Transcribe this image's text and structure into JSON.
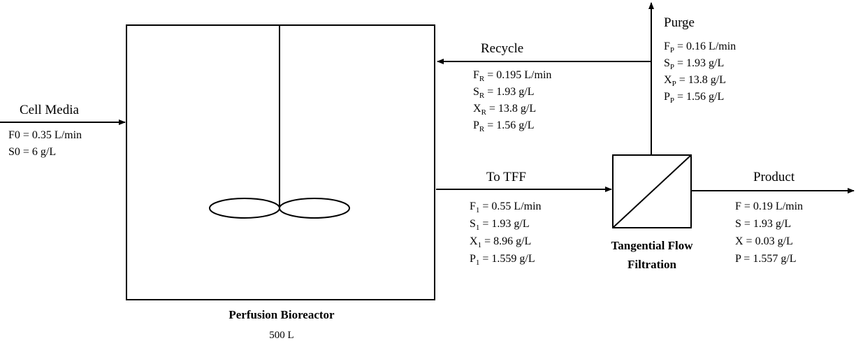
{
  "feed": {
    "label": "Cell Media",
    "values": [
      "F0 = 0.35 L/min",
      "S0 = 6 g/L"
    ]
  },
  "recycle": {
    "label": "Recycle",
    "values": [
      {
        "sym": "F",
        "sub": "R",
        "rest": " = 0.195 L/min"
      },
      {
        "sym": "S",
        "sub": "R",
        "rest": " = 1.93 g/L"
      },
      {
        "sym": "X",
        "sub": "R",
        "rest": " = 13.8 g/L"
      },
      {
        "sym": "P",
        "sub": "R",
        "rest": " = 1.56 g/L"
      }
    ]
  },
  "purge": {
    "label": "Purge",
    "values": [
      {
        "sym": "F",
        "sub": "P",
        "rest": " = 0.16 L/min"
      },
      {
        "sym": "S",
        "sub": "P",
        "rest": " = 1.93 g/L"
      },
      {
        "sym": "X",
        "sub": "P",
        "rest": " = 13.8 g/L"
      },
      {
        "sym": "P",
        "sub": "P",
        "rest": " = 1.56 g/L"
      }
    ]
  },
  "to_tff": {
    "label": "To TFF",
    "values": [
      {
        "sym": "F",
        "sub": "1",
        "rest": " = 0.55 L/min"
      },
      {
        "sym": "S",
        "sub": "1",
        "rest": " = 1.93 g/L"
      },
      {
        "sym": "X",
        "sub": "1",
        "rest": " = 8.96 g/L"
      },
      {
        "sym": "P",
        "sub": "1",
        "rest": " = 1.559 g/L"
      }
    ]
  },
  "product": {
    "label": "Product",
    "values": [
      "F = 0.19 L/min",
      "S = 1.93 g/L",
      "X = 0.03 g/L",
      "P = 1.557 g/L"
    ]
  },
  "tff_unit": {
    "line1": "Tangential Flow",
    "line2": "Filtration"
  },
  "bioreactor": {
    "name": "Perfusion Bioreactor",
    "volume": "500 L"
  }
}
